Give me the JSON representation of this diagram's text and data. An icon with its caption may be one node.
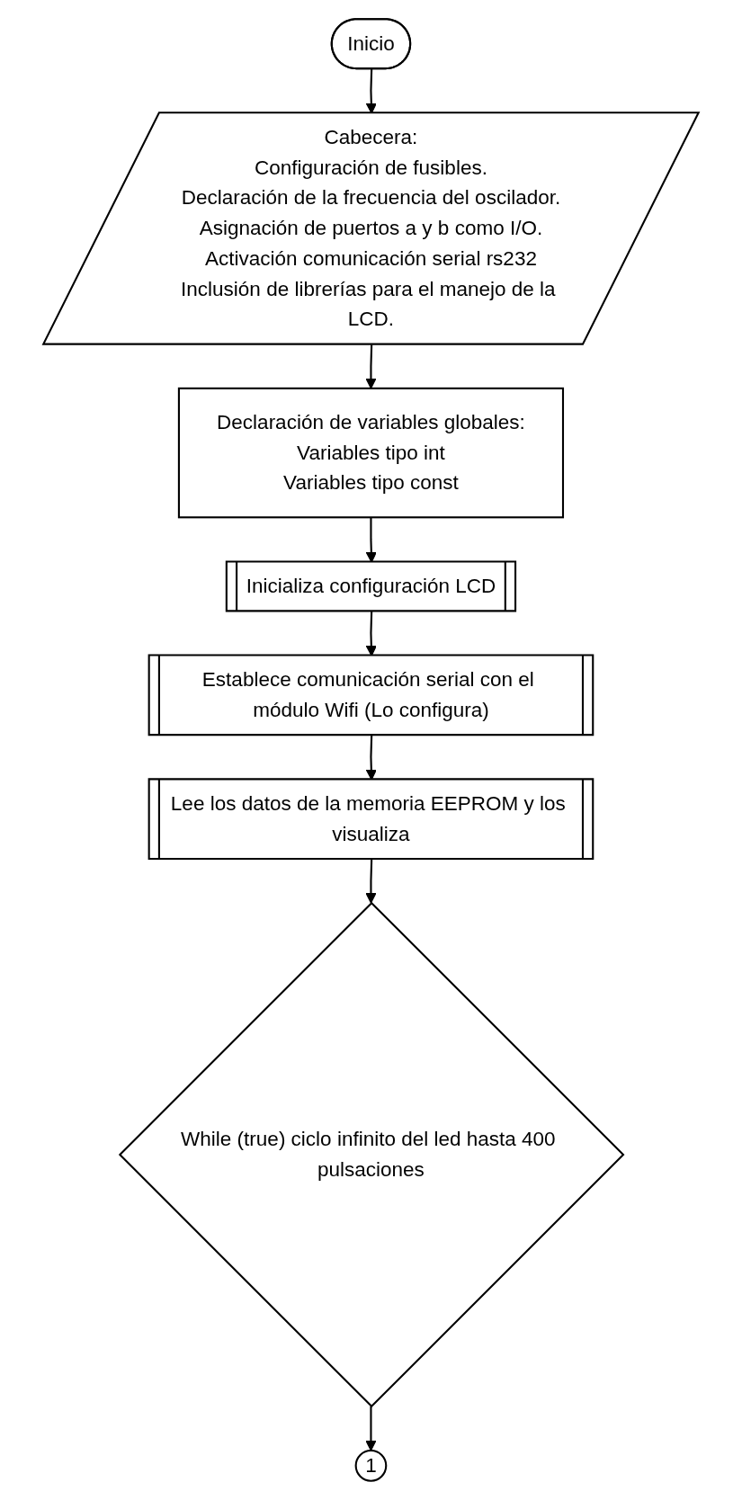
{
  "diagram": {
    "nodes": [
      {
        "text": [
          "Inicio"
        ]
      },
      {
        "text": [
          "Cabecera:",
          "Configuración de fusibles.",
          "Declaración de la frecuencia del oscilador.",
          "Asignación de puertos a y b como I/O.",
          "Activación comunicación serial rs232",
          "Inclusión de librerías para el manejo de la LCD."
        ]
      },
      {
        "text": [
          "Declaración de variables globales:",
          "Variables tipo int",
          "Variables tipo const"
        ]
      },
      {
        "text": [
          "Inicializa configuración LCD"
        ]
      },
      {
        "text": [
          "Establece comunicación serial con el módulo Wifi (Lo configura)"
        ]
      },
      {
        "text": [
          "Lee los datos de la memoria EEPROM y los visualiza"
        ]
      },
      {
        "text": [
          "While (true) ciclo infinito del led hasta 400 pulsaciones"
        ]
      },
      {
        "text": [
          "1"
        ]
      }
    ],
    "edges": [
      {
        "from": 0,
        "to": 1,
        "arrow": "to"
      },
      {
        "from": 1,
        "to": 2,
        "arrow": "to"
      },
      {
        "from": 2,
        "to": 3,
        "arrow": "to"
      },
      {
        "from": 3,
        "to": 4,
        "arrow": "to"
      },
      {
        "from": 4,
        "to": 5,
        "arrow": "to"
      },
      {
        "from": 5,
        "to": 6,
        "arrow": "to"
      },
      {
        "from": 6,
        "to": 7,
        "arrow": "to"
      }
    ]
  }
}
